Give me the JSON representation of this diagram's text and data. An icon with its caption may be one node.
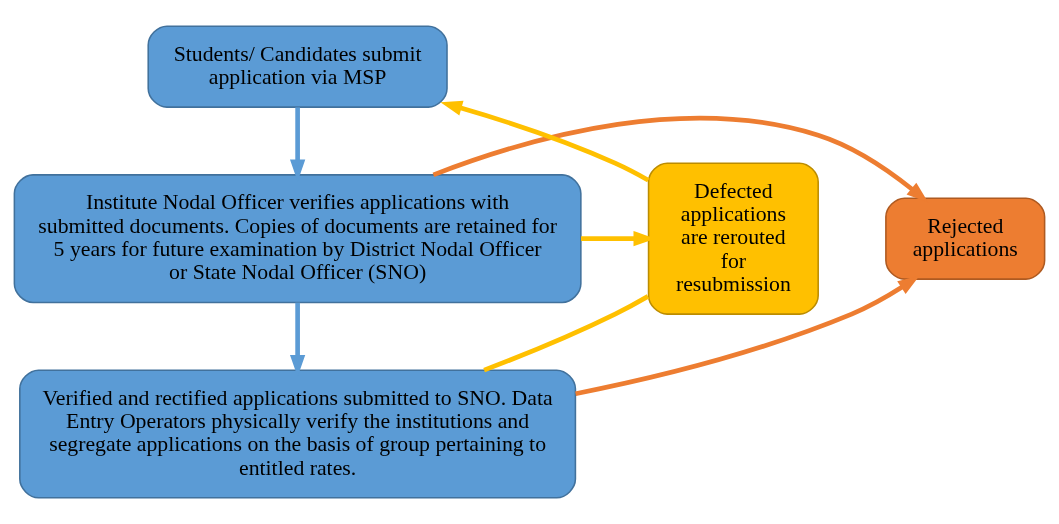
{
  "diagram": {
    "nodes": [
      {
        "text": [
          "Students/ Candidates submit application via MSP"
        ]
      },
      {
        "text": [
          "Institute Nodal Officer verifies applications with submitted documents. Copies of documents are retained for 5 years for future examination by District Nodal Officer or State Nodal Officer (SNO)"
        ]
      },
      {
        "text": [
          "Verified and rectified applications submitted to SNO. Data Entry Operators physically verify the institutions and segregate applications on the basis of group pertaining to entitled rates."
        ]
      },
      {
        "text": [
          "Rejected applications"
        ]
      },
      {
        "text": [
          "Defected applications are rerouted for resubmission"
        ]
      }
    ],
    "edges": [
      {
        "from": 0,
        "to": 1,
        "arrow": "to",
        "color": "#5b9bd5"
      },
      {
        "from": 1,
        "to": 2,
        "arrow": "to",
        "color": "#5b9bd5"
      },
      {
        "from": 1,
        "to": 3,
        "arrow": "to",
        "color": "#ed7d31"
      },
      {
        "from": 2,
        "to": 3,
        "arrow": "to",
        "color": "#ed7d31"
      },
      {
        "from": 1,
        "to": 4,
        "arrow": "to",
        "color": "#ffc000"
      },
      {
        "from": 2,
        "to": 4,
        "arrow": "none",
        "color": "#ffc000"
      },
      {
        "from": 4,
        "to": 0,
        "arrow": "to",
        "color": "#ffc000"
      }
    ]
  }
}
